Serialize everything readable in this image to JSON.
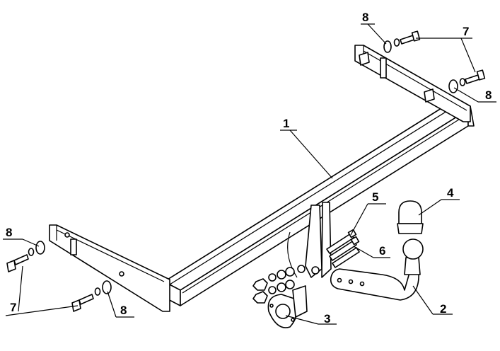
{
  "diagram": {
    "labels": {
      "p1": "1",
      "p2": "2",
      "p3": "3",
      "p4": "4",
      "p5": "5",
      "p6": "6",
      "p7_top": "7",
      "p7_bottom": "7",
      "p8_top_left": "8",
      "p8_top_right": "8",
      "p8_left": "8",
      "p8_bottom": "8"
    }
  }
}
